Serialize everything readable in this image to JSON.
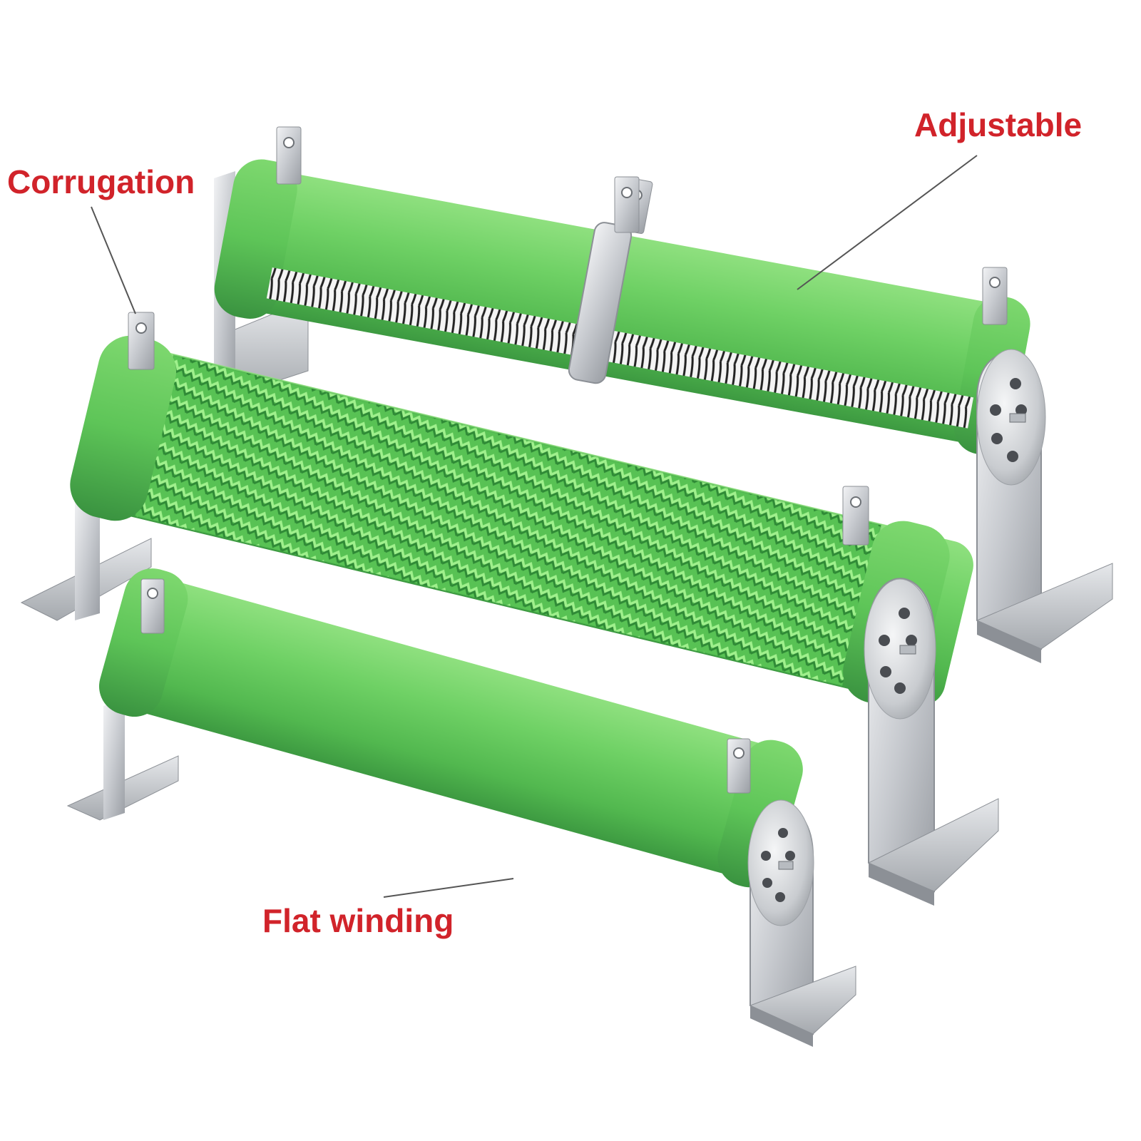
{
  "labels": {
    "adjustable": "Adjustable",
    "corrugation": "Corrugation",
    "flat_winding": "Flat winding"
  },
  "colors": {
    "label_red": "#d1232a",
    "resistor_green": "#5cc85a",
    "resistor_green_dark": "#3f9e44",
    "resistor_green_light": "#8fe07f",
    "steel": "#c9ccd0",
    "steel_dark": "#8c9096",
    "leader_line": "#555555"
  },
  "products": [
    {
      "name": "adjustable-resistor",
      "type": "adjustable"
    },
    {
      "name": "corrugated-resistor",
      "type": "corrugation"
    },
    {
      "name": "flat-winding-resistor",
      "type": "flat winding"
    }
  ]
}
